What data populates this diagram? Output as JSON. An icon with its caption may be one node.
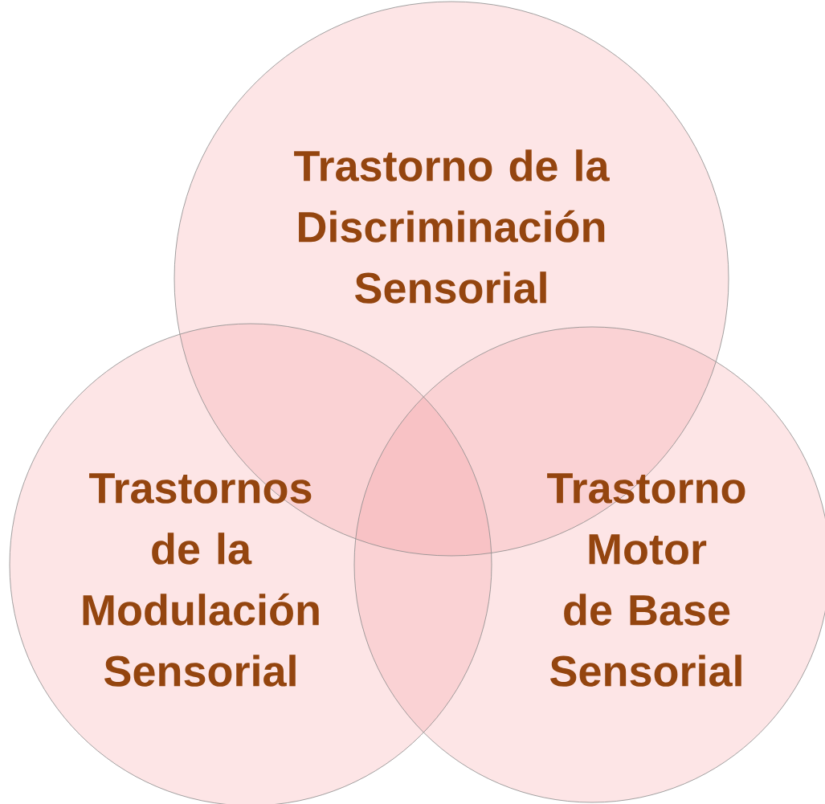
{
  "diagram": {
    "nodes": [
      {
        "text": [
          "Trastorno de la Discriminación Sensorial"
        ]
      },
      {
        "text": [
          "Trastornos de la Modulación Sensorial"
        ]
      },
      {
        "text": [
          "Trastorno Motor de Base Sensorial"
        ]
      }
    ]
  }
}
